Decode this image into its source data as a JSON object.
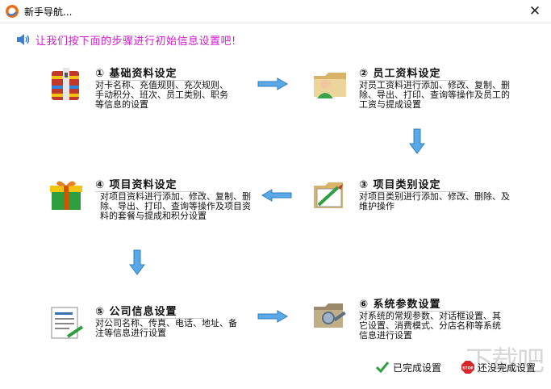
{
  "window": {
    "title": "新手导航..."
  },
  "hint": "让我们按下面的步骤进行初始信息设置吧!",
  "steps": [
    {
      "number": "①",
      "title": "基础资料设定",
      "desc": "对卡名称、充值规则、充次规则、手动积分、班次、员工类别、职务等信息的设置"
    },
    {
      "number": "②",
      "title": "员工资料设定",
      "desc": "对员工资料进行添加、修改、复制、删除、导出、打印、查询等操作及员工的工资与提成设置"
    },
    {
      "number": "③",
      "title": "项目类别设定",
      "desc": "对项目类别进行添加、修改、删除、及维护操作"
    },
    {
      "number": "④",
      "title": "项目资料设定",
      "desc": "对项目资料进行添加、修改、复制、删除、导出、打印、查询等操作及项目资料的套餐与提成和积分设置"
    },
    {
      "number": "⑤",
      "title": "公司信息设置",
      "desc": "对公司名称、传真、电话、地址、备注等信息进行设置"
    },
    {
      "number": "⑥",
      "title": "系统参数设置",
      "desc": "对系统的常规参数、对话框设置、其它设置、消费模式、分店名称等系统信息进行设置"
    }
  ],
  "buttons": {
    "done": "已完成设置",
    "not_done": "还没完成设置",
    "stop_text": "STOP"
  },
  "watermark": "下载吧",
  "colors": {
    "hint": "#d21bd2",
    "arrow": "#5aa9e6"
  }
}
